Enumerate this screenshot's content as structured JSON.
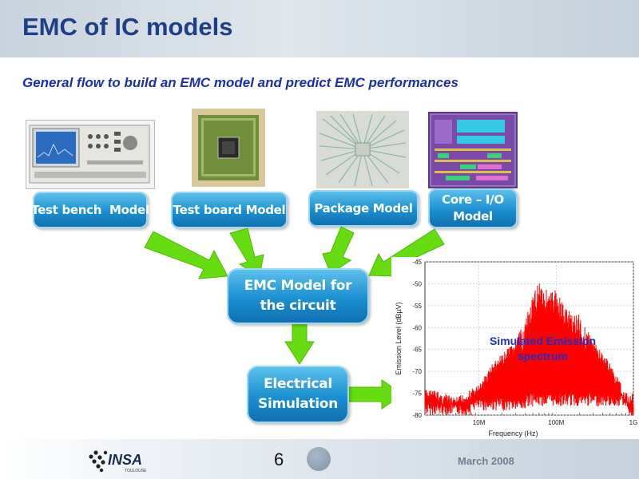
{
  "header": {
    "title": "EMC of IC models"
  },
  "subtitle": "General flow to build an EMC model and predict EMC performances",
  "boxes": {
    "test_bench": "Test bench  Model",
    "test_board": "Test board Model",
    "package": "Package Model",
    "core_io_line1": "Core – I/O",
    "core_io_line2": "Model",
    "emc_line1": "EMC Model for",
    "emc_line2": "the circuit",
    "elec_line1": "Electrical",
    "elec_line2": "Simulation"
  },
  "images": {
    "test_bench": "spectrum-analyzer-photo",
    "test_board": "test-board-photo",
    "package": "package-wirebond-photo",
    "core": "die-layout-photo"
  },
  "chart_overlay": {
    "line1": "Simulated Emission",
    "line2": "spectrum"
  },
  "chart_data": {
    "type": "line",
    "xlabel": "Frequency (Hz)",
    "ylabel": "Emission Level (dBµV)",
    "x_scale": "log",
    "x_ticks": [
      "10M",
      "100M",
      "1G"
    ],
    "y_ticks": [
      "-45",
      "-50",
      "-55",
      "-60",
      "-65",
      "-70",
      "-75",
      "-80"
    ],
    "ylim": [
      -80,
      -45
    ],
    "grid": true,
    "series": [
      {
        "color": "#ff0000",
        "peaks": [
          {
            "x_mhz": 2.5,
            "y": -74
          },
          {
            "x_mhz": 5,
            "y": -76
          },
          {
            "x_mhz": 10,
            "y": -73
          },
          {
            "x_mhz": 15,
            "y": -68
          },
          {
            "x_mhz": 20,
            "y": -66
          },
          {
            "x_mhz": 30,
            "y": -63
          },
          {
            "x_mhz": 40,
            "y": -58
          },
          {
            "x_mhz": 50,
            "y": -53
          },
          {
            "x_mhz": 60,
            "y": -48.5
          },
          {
            "x_mhz": 80,
            "y": -52
          },
          {
            "x_mhz": 100,
            "y": -51
          },
          {
            "x_mhz": 130,
            "y": -55
          },
          {
            "x_mhz": 200,
            "y": -57
          },
          {
            "x_mhz": 300,
            "y": -63
          },
          {
            "x_mhz": 500,
            "y": -68
          },
          {
            "x_mhz": 800,
            "y": -75
          },
          {
            "x_mhz": 1000,
            "y": -79
          }
        ]
      }
    ]
  },
  "footer": {
    "page": "6",
    "date": "March 2008",
    "logo_text": "INSA",
    "logo_sub": "TOULOUSE"
  },
  "colors": {
    "title": "#1d3f86",
    "box": "#1a8fd0",
    "arrow": "#66dd11",
    "curve": "#ff0000"
  }
}
